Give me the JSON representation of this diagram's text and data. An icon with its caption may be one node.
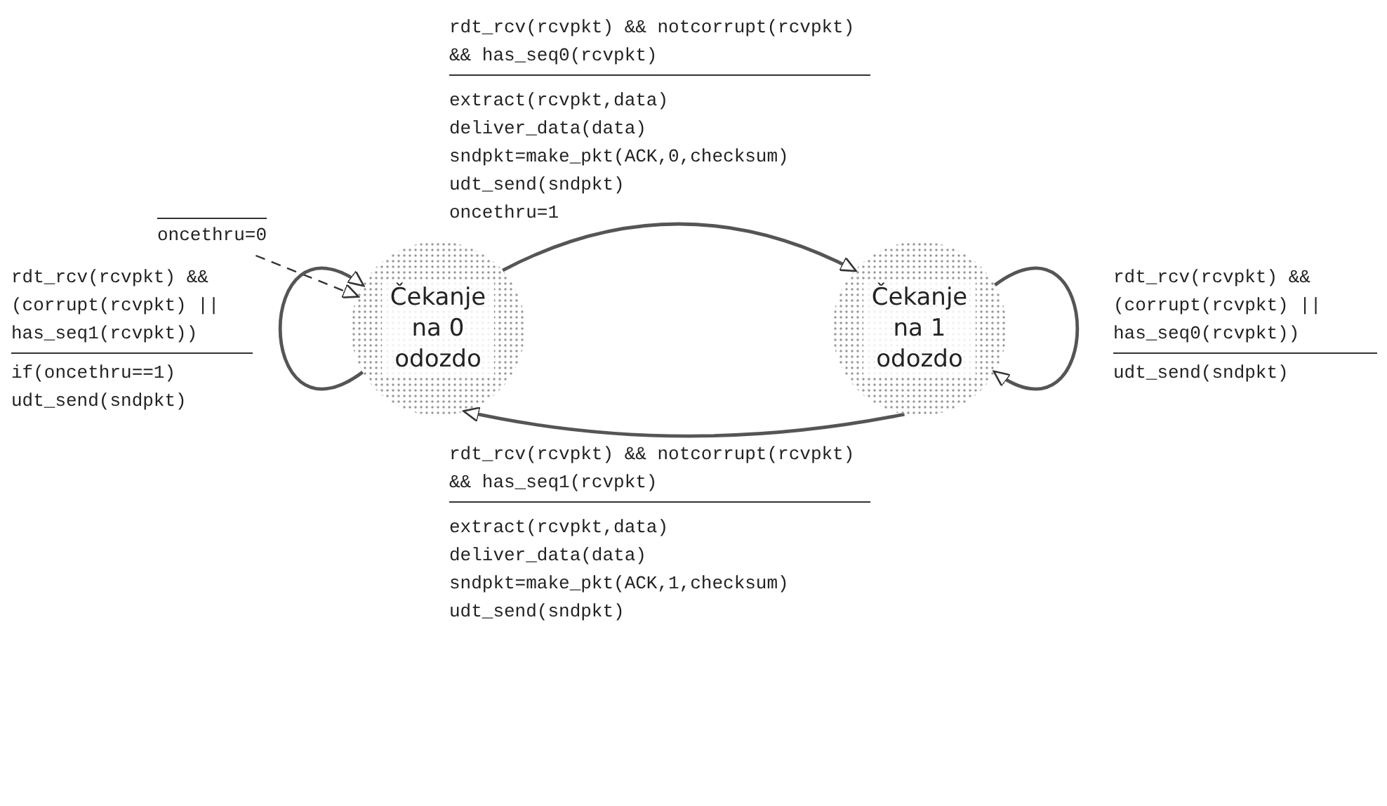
{
  "diagram": {
    "nodes": [
      {
        "text": [
          "oncethru=0"
        ]
      },
      {
        "text": [
          "Čekanje na 0 odozdo"
        ]
      },
      {
        "text": [
          "Čekanje na 1 odozdo"
        ]
      }
    ],
    "edges": [
      {
        "from": 0,
        "to": 1,
        "arrow": "to",
        "style": "dashed"
      },
      {
        "from": 1,
        "to": 2,
        "arrow": "to"
      },
      {
        "from": 2,
        "to": 1,
        "arrow": "to"
      },
      {
        "from": 1,
        "to": 1,
        "arrow": "to"
      },
      {
        "from": 2,
        "to": 2,
        "arrow": "to"
      }
    ],
    "labels": [
      "rdt_rcv(rcvpkt) && notcorrupt(rcvpkt) && has_seq0(rcvpkt)",
      "extract(rcvpkt,data) deliver_data(data) sndpkt=make_pkt(ACK,0,checksum) udt_send(sndpkt) oncethru=1",
      "rdt_rcv(rcvpkt) && (corrupt(rcvpkt) || has_seq1(rcvpkt))",
      "if(oncethru==1) udt_send(sndpkt)",
      "rdt_rcv(rcvpkt) && (corrupt(rcvpkt) || has_seq0(rcvpkt))",
      "udt_send(sndpkt)",
      "rdt_rcv(rcvpkt) && notcorrupt(rcvpkt) && has_seq1(rcvpkt)",
      "extract(rcvpkt,data) deliver_data(data) sndpkt=make_pkt(ACK,1,checksum) udt_send(sndpkt)"
    ]
  }
}
